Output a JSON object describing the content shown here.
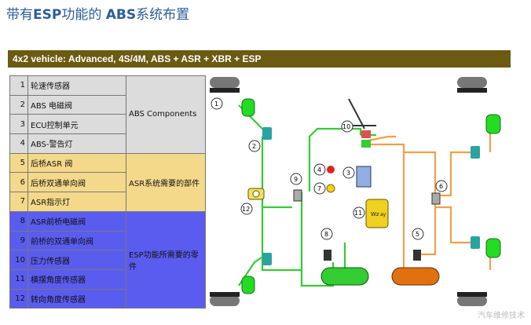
{
  "title_part1": "带有",
  "title_part2": "ESP",
  "title_part3": "功能的 ",
  "title_part4": "ABS",
  "title_part5": "系统布置",
  "banner": "4x2 vehicle:  Advanced, 4S/4M, ABS + ASR + XBR + ESP",
  "groups": [
    {
      "label": "ABS Components",
      "color": "#dcdcdc",
      "items": [
        {
          "num": "1",
          "name": "轮速传感器"
        },
        {
          "num": "2",
          "name": "ABS 电磁阀"
        },
        {
          "num": "3",
          "name": "ECU控制单元"
        },
        {
          "num": "4",
          "name": "ABS-警告灯"
        }
      ]
    },
    {
      "label": "ASR系统需要的部件",
      "color": "#f5d98a",
      "items": [
        {
          "num": "5",
          "name": "后桥ASR 阀"
        },
        {
          "num": "6",
          "name": "后桥双通单向阀"
        },
        {
          "num": "7",
          "name": "ASR指示灯"
        }
      ]
    },
    {
      "label": "ESP功能所需要的零件",
      "color": "#5a5cf0",
      "items": [
        {
          "num": "8",
          "name": "ASR前桥电磁阀"
        },
        {
          "num": "9",
          "name": "前桥的双通单向阀"
        },
        {
          "num": "10",
          "name": "压力传感器"
        },
        {
          "num": "11",
          "name": "横摆角度传感器"
        },
        {
          "num": "12",
          "name": "转向角度传感器"
        }
      ]
    }
  ],
  "diagram_labels": [
    "1",
    "2",
    "3",
    "4",
    "5",
    "6",
    "7",
    "8",
    "9",
    "10",
    "11",
    "12"
  ],
  "yaw_sensor_text": [
    "Wz",
    "ay"
  ],
  "watermark": "汽车维修技术"
}
